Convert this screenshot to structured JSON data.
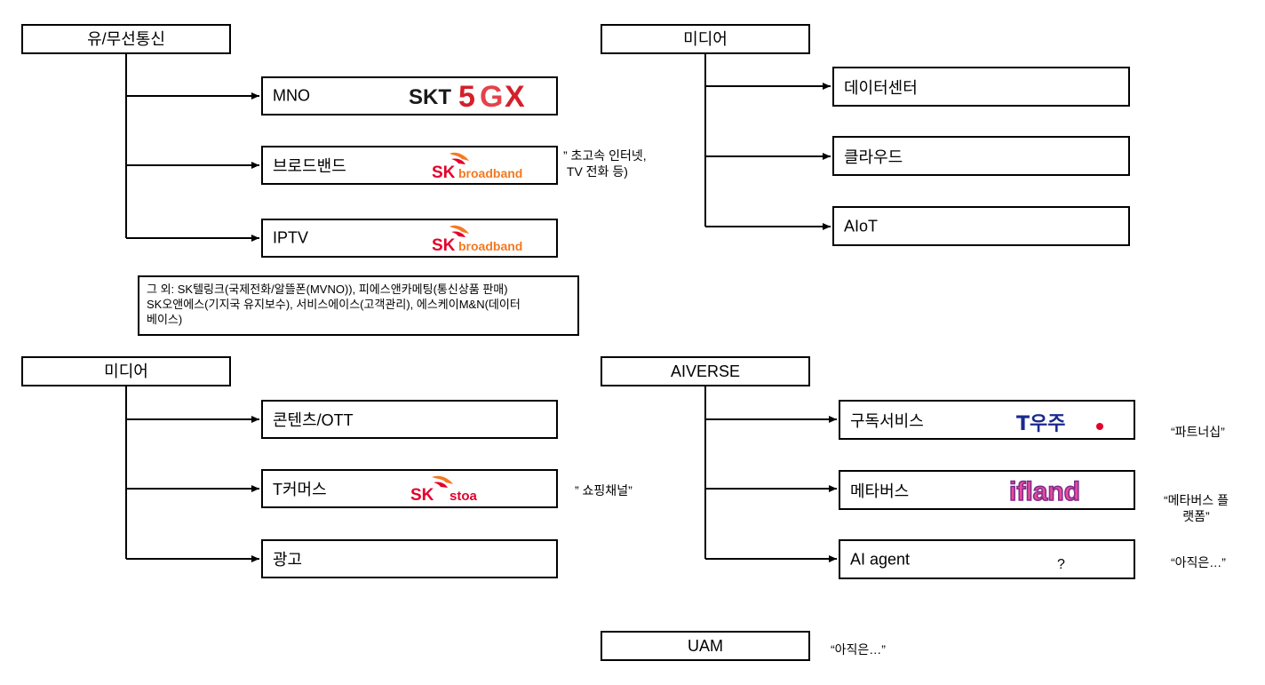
{
  "groups": {
    "telecom": {
      "title": "유/무선통신",
      "items": {
        "mno": "MNO",
        "broadband": "브로드밴드",
        "iptv": "IPTV"
      }
    },
    "media_right": {
      "title": "미디어",
      "items": {
        "datacenter": "데이터센터",
        "cloud": "클라우드",
        "aiot": "AIoT"
      }
    },
    "media_left": {
      "title": "미디어",
      "items": {
        "contents": "콘텐츠/OTT",
        "tcommerce": "T커머스",
        "ads": "광고"
      }
    },
    "aiverse": {
      "title": "AIVERSE",
      "items": {
        "subscription": "구독서비스",
        "metaverse": "메타버스",
        "ai_agent": "AI agent"
      }
    },
    "uam": {
      "title": "UAM"
    }
  },
  "logos": {
    "skt5gx": {
      "sk": "SKT",
      "five": "5",
      "g": "G",
      "x": "X"
    },
    "sk_broadband": {
      "sk": "SK",
      "word": "broadband"
    },
    "sk_stoa": {
      "sk": "SK",
      "word": "stoa"
    },
    "t_uju": {
      "text": "T우주"
    },
    "ifland": {
      "text": "ifland"
    }
  },
  "notes": {
    "broadband": "” 초고속 인터넷,\n TV 전화 등)",
    "tcommerce": "” 쇼핑채널”",
    "subscription": "“파트너십”",
    "metaverse": "“메타버스 플\n랫폼”",
    "ai_agent": "“아직은…”",
    "ai_agent_mark": "?",
    "uam": "“아직은…”"
  },
  "info_box": {
    "text": "그 외: SK텔링크(국제전화/알뜰폰(MVNO)), 피에스앤카메팅(통신상품 판매)\nSK오앤에스(기지국 유지보수), 서비스에이스(고객관리), 에스케이M&N(데이터\n베이스)"
  },
  "colors": {
    "skt_red": "#d3202b",
    "sk_red": "#e4002b",
    "sk_orange": "#f47920",
    "t_uju_blue": "#1b2a8c",
    "ifland_pink": "#e84a9a",
    "ifland_purple": "#7a2d8e"
  }
}
